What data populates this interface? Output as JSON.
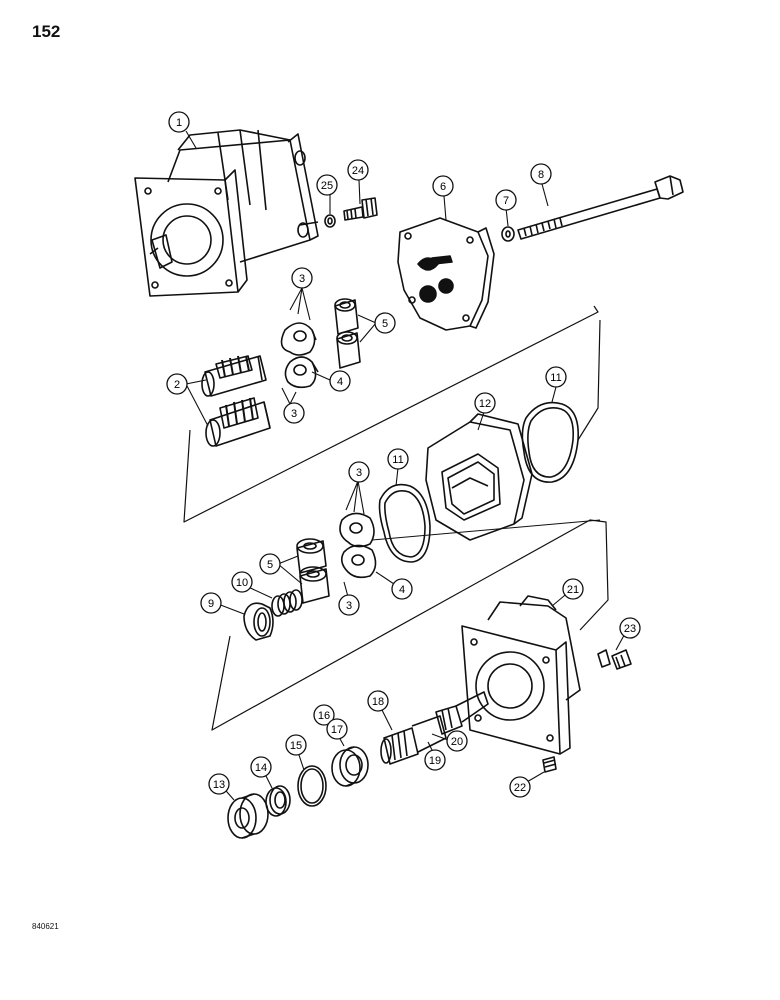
{
  "page_number": "152",
  "ref_code": "840621",
  "callouts": [
    "1",
    "24",
    "25",
    "6",
    "7",
    "8",
    "3",
    "5",
    "2",
    "4",
    "3",
    "11",
    "12",
    "3",
    "11",
    "5",
    "10",
    "9",
    "3",
    "4",
    "21",
    "23",
    "18",
    "16",
    "17",
    "15",
    "14",
    "13",
    "20",
    "19",
    "22"
  ]
}
